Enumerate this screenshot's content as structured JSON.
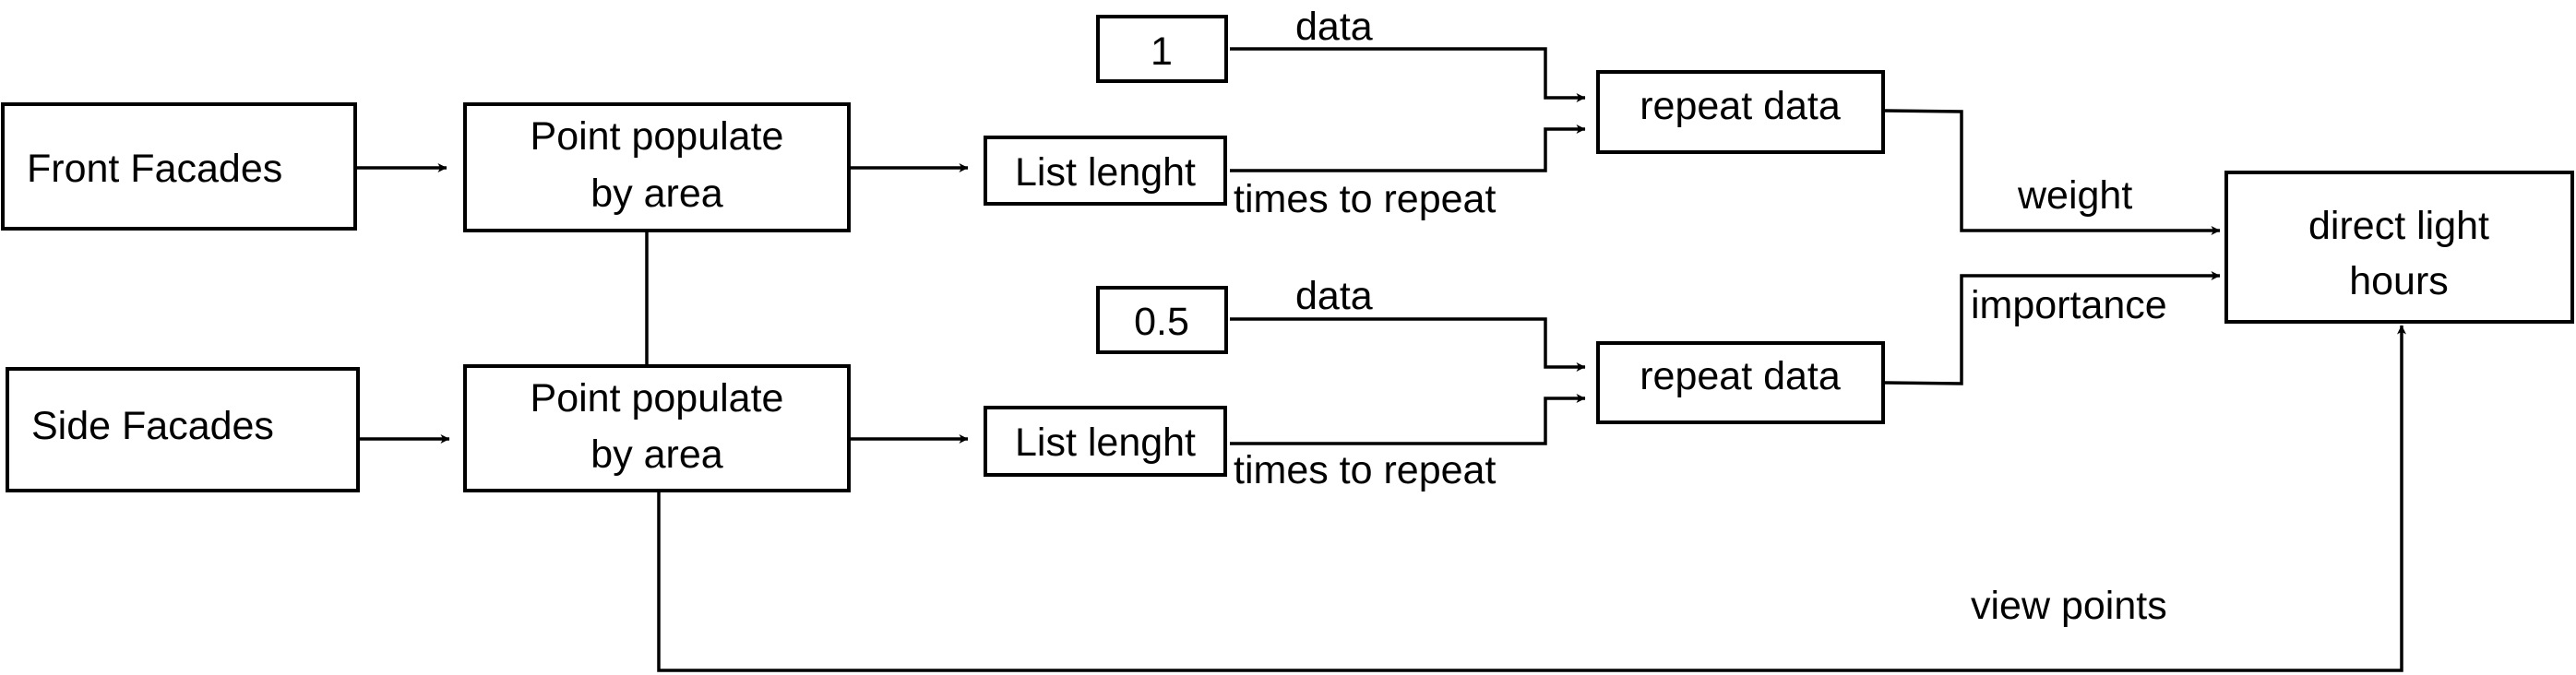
{
  "nodes": {
    "front_facades": "Front Facades",
    "side_facades": "Side Facades",
    "point_populate_top": [
      "Point populate",
      "by area"
    ],
    "point_populate_bottom": [
      "Point populate",
      "by area"
    ],
    "list_length_top": "List lenght",
    "list_length_bottom": "List lenght",
    "value_one": "1",
    "value_half": "0.5",
    "repeat_data_top": "repeat data",
    "repeat_data_bottom": "repeat data",
    "direct_light_hours": [
      "direct light",
      "hours"
    ]
  },
  "edge_labels": {
    "data_top": "data",
    "data_bottom": "data",
    "times_to_repeat_top": "times to repeat",
    "times_to_repeat_bottom": "times to repeat",
    "weight": "weight",
    "importance": "importance",
    "view_points": "view points"
  }
}
